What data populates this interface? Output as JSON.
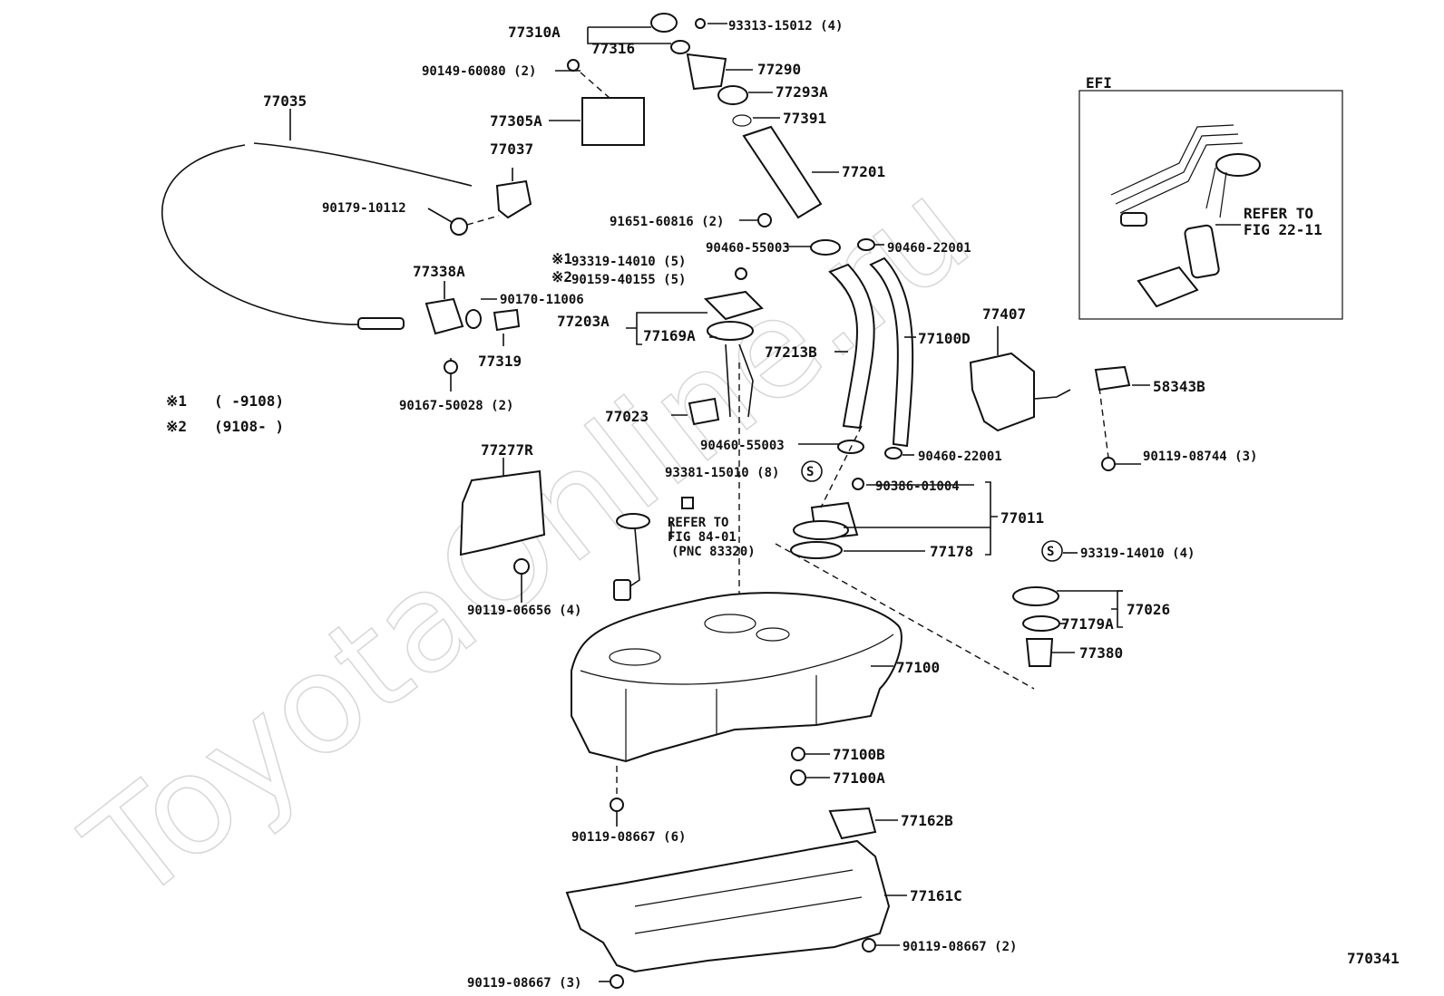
{
  "watermark": "ToyotaOnline.ru",
  "figure_id": "770341",
  "inset": {
    "title": "EFI",
    "refer_line1": "REFER TO",
    "refer_line2": "FIG 22-11"
  },
  "notes": [
    {
      "mark": "※1",
      "text": "(      -9108)"
    },
    {
      "mark": "※2",
      "text": "(9108-      )"
    }
  ],
  "labels": {
    "p77310A": "77310A",
    "p77316": "77316",
    "p93313": "93313-15012 (4)",
    "p90149": "90149-60080 (2)",
    "p77290": "77290",
    "p77293A": "77293A",
    "p77391": "77391",
    "p77305A": "77305A",
    "p77201": "77201",
    "p77035": "77035",
    "p77037": "77037",
    "p90179": "90179-10112",
    "p91651": "91651-60816 (2)",
    "p90460_55003a": "90460-55003",
    "p90460_22001a": "90460-22001",
    "p93319_1": "93319-14010 (5)",
    "p90159": "90159-40155 (5)",
    "m1": "※1",
    "m2": "※2",
    "p77338A": "77338A",
    "p90170": "90170-11006",
    "p77203A": "77203A",
    "p77169A": "77169A",
    "p77319": "77319",
    "p90167": "90167-50028 (2)",
    "p77213B": "77213B",
    "p77100D": "77100D",
    "p77407": "77407",
    "p58343B": "58343B",
    "p77023": "77023",
    "p90460_55003b": "90460-55003",
    "p90460_22001b": "90460-22001",
    "p90119_08744": "90119-08744 (3)",
    "p77277R": "77277R",
    "p93381": "93381-15010 (8)",
    "p90386": "90386-01004",
    "p77011": "77011",
    "refer84_1": "REFER TO",
    "refer84_2": "FIG 84-01",
    "refer84_3": "(PNC 83320)",
    "p77178": "77178",
    "p93319_2": "93319-14010 (4)",
    "p90119_06656": "90119-06656 (4)",
    "p77026": "77026",
    "p77179A": "77179A",
    "p77380": "77380",
    "p77100": "77100",
    "p77100B": "77100B",
    "p77100A": "77100A",
    "p77162B": "77162B",
    "p90119_08667_6": "90119-08667 (6)",
    "p77161C": "77161C",
    "p90119_08667_2": "90119-08667 (2)",
    "p90119_08667_3": "90119-08667 (3)",
    "s1": "S",
    "s2": "S"
  }
}
